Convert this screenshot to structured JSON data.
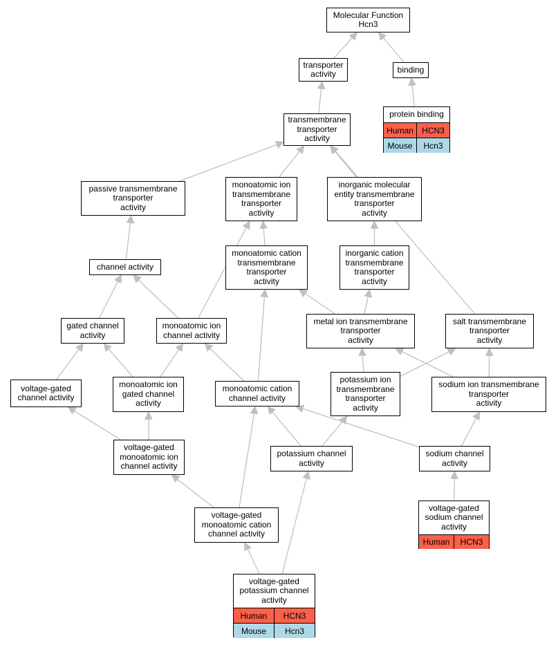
{
  "colors": {
    "human": "#fa5f4a",
    "mouse": "#add8e6",
    "edge": "#c0c0c0"
  },
  "nodes": {
    "root": "Molecular Function\nHcn3",
    "transporter": "transporter\nactivity",
    "binding": "binding",
    "tm_transporter": "transmembrane\ntransporter\nactivity",
    "passive": "passive transmembrane\ntransporter\nactivity",
    "mono_ion_tm": "monoatomic ion\ntransmembrane\ntransporter\nactivity",
    "inorg_mol": "inorganic molecular\nentity transmembrane\ntransporter\nactivity",
    "channel": "channel activity",
    "mono_cation_tm": "monoatomic cation\ntransmembrane\ntransporter\nactivity",
    "inorg_cation": "inorganic cation\ntransmembrane\ntransporter\nactivity",
    "gated": "gated channel\nactivity",
    "mono_ion_channel": "monoatomic ion\nchannel activity",
    "metal_ion": "metal ion transmembrane\ntransporter\nactivity",
    "salt": "salt transmembrane\ntransporter\nactivity",
    "vg_channel": "voltage-gated\nchannel activity",
    "mono_ion_gated": "monoatomic ion\ngated channel\nactivity",
    "mono_cation_channel": "monoatomic cation\nchannel activity",
    "potassium_tm": "potassium ion\ntransmembrane\ntransporter\nactivity",
    "sodium_tm": "sodium ion transmembrane\ntransporter\nactivity",
    "vg_mono_ion": "voltage-gated\nmonoatomic ion\nchannel activity",
    "potassium_channel": "potassium channel\nactivity",
    "sodium_channel": "sodium channel\nactivity",
    "vg_mono_cation": "voltage-gated\nmonoatomic cation\nchannel activity"
  },
  "tables": {
    "protein_binding": {
      "title": "protein binding",
      "rows": [
        {
          "species": "Human",
          "gene": "HCN3",
          "color": "#fa5f4a"
        },
        {
          "species": "Mouse",
          "gene": "Hcn3",
          "color": "#add8e6"
        }
      ]
    },
    "vg_sodium": {
      "title": "voltage-gated\nsodium channel\nactivity",
      "rows": [
        {
          "species": "Human",
          "gene": "HCN3",
          "color": "#fa5f4a"
        }
      ]
    },
    "vg_potassium": {
      "title": "voltage-gated\npotassium channel\nactivity",
      "rows": [
        {
          "species": "Human",
          "gene": "HCN3",
          "color": "#fa5f4a"
        },
        {
          "species": "Mouse",
          "gene": "Hcn3",
          "color": "#add8e6"
        }
      ]
    }
  },
  "edges": [
    {
      "from": "transporter",
      "to": "root"
    },
    {
      "from": "binding",
      "to": "root"
    },
    {
      "from": "protein_binding",
      "to": "binding"
    },
    {
      "from": "tm_transporter",
      "to": "transporter"
    },
    {
      "from": "passive",
      "to": "tm_transporter"
    },
    {
      "from": "mono_ion_tm",
      "to": "tm_transporter"
    },
    {
      "from": "inorg_mol",
      "to": "tm_transporter"
    },
    {
      "from": "salt",
      "to": "tm_transporter"
    },
    {
      "from": "channel",
      "to": "passive"
    },
    {
      "from": "mono_cation_tm",
      "to": "mono_ion_tm"
    },
    {
      "from": "mono_ion_channel",
      "to": "mono_ion_tm"
    },
    {
      "from": "inorg_cation",
      "to": "inorg_mol"
    },
    {
      "from": "gated",
      "to": "channel"
    },
    {
      "from": "mono_ion_channel",
      "to": "channel"
    },
    {
      "from": "metal_ion",
      "to": "mono_cation_tm"
    },
    {
      "from": "metal_ion",
      "to": "inorg_cation"
    },
    {
      "from": "mono_cation_channel",
      "to": "mono_cation_tm"
    },
    {
      "from": "vg_channel",
      "to": "gated"
    },
    {
      "from": "mono_ion_gated",
      "to": "gated"
    },
    {
      "from": "mono_ion_gated",
      "to": "mono_ion_channel"
    },
    {
      "from": "mono_cation_channel",
      "to": "mono_ion_channel"
    },
    {
      "from": "potassium_tm",
      "to": "metal_ion"
    },
    {
      "from": "potassium_tm",
      "to": "salt"
    },
    {
      "from": "sodium_tm",
      "to": "metal_ion"
    },
    {
      "from": "sodium_tm",
      "to": "salt"
    },
    {
      "from": "vg_mono_ion",
      "to": "vg_channel"
    },
    {
      "from": "vg_mono_ion",
      "to": "mono_ion_gated"
    },
    {
      "from": "potassium_channel",
      "to": "mono_cation_channel"
    },
    {
      "from": "potassium_channel",
      "to": "potassium_tm"
    },
    {
      "from": "sodium_channel",
      "to": "mono_cation_channel"
    },
    {
      "from": "sodium_channel",
      "to": "sodium_tm"
    },
    {
      "from": "vg_mono_cation",
      "to": "vg_mono_ion"
    },
    {
      "from": "vg_mono_cation",
      "to": "mono_cation_channel"
    },
    {
      "from": "vg_sodium",
      "to": "sodium_channel"
    },
    {
      "from": "vg_potassium",
      "to": "vg_mono_cation"
    },
    {
      "from": "vg_potassium",
      "to": "potassium_channel"
    }
  ]
}
